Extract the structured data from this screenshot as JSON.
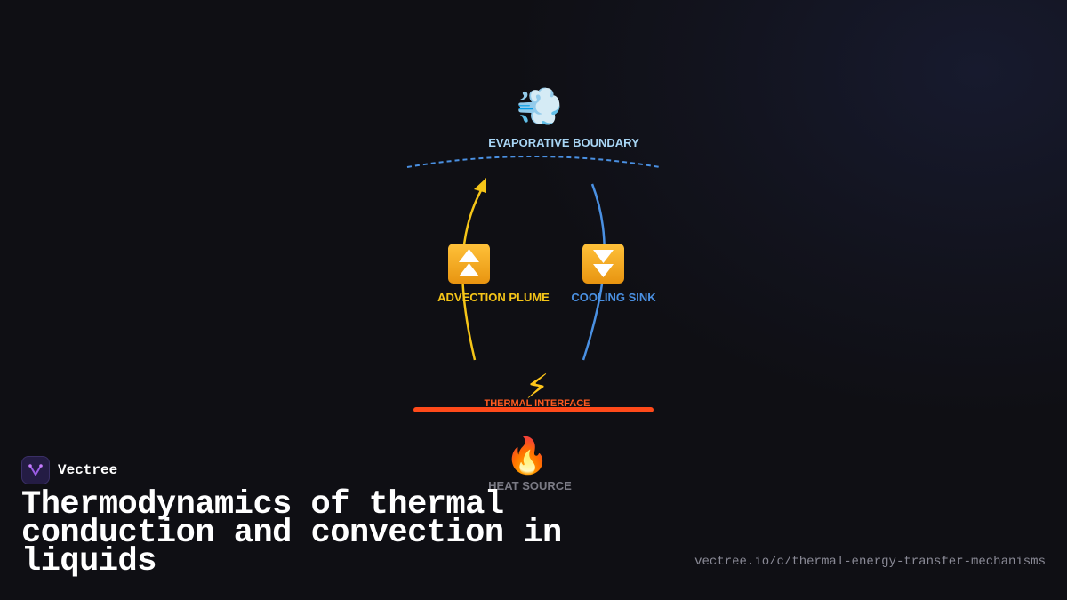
{
  "diagram": {
    "nodes": {
      "evaporative": {
        "label": "EVAPORATIVE BOUNDARY",
        "icon": "dash-wind-icon",
        "glyph": "💨",
        "color": "#a9d6f5"
      },
      "advection": {
        "label": "ADVECTION PLUME",
        "icon": "up-arrows-icon",
        "color": "#f5c518"
      },
      "cooling": {
        "label": "COOLING SINK",
        "icon": "down-arrows-icon",
        "color": "#4a90e2"
      },
      "thermal_interface": {
        "label": "THERMAL INTERFACE",
        "icon": "lightning-icon",
        "glyph": "⚡",
        "color": "#ff5a1f"
      },
      "heat_source": {
        "label": "HEAT SOURCE",
        "icon": "fire-icon",
        "glyph": "🔥",
        "color": "#7a7a84"
      }
    },
    "colors": {
      "boundary_line": "#4a90e2",
      "advection_flow": "#f5c518",
      "cooling_flow": "#4a90e2",
      "interface_bar": "#ff4a1a",
      "emoji_badge": "#f2a418"
    }
  },
  "brand": {
    "name": "Vectree",
    "logo_icon": "vectree-logo-icon"
  },
  "title": "Thermodynamics of thermal conduction and convection in liquids",
  "url": "vectree.io/c/thermal-energy-transfer-mechanisms"
}
